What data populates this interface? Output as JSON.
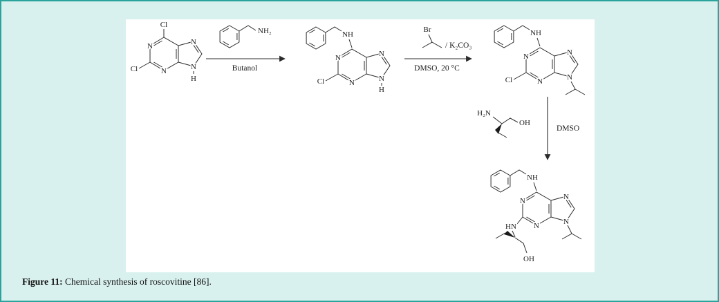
{
  "caption": {
    "label": "Figure 11:",
    "text": " Chemical synthesis of roscovitine [86]."
  },
  "atoms": {
    "n": "N",
    "cl": "Cl",
    "nh": "NH",
    "nh2": "NH₂",
    "h": "H",
    "br": "Br",
    "h2n": "H₂N",
    "oh": "OH",
    "hn": "HN"
  },
  "reagents": {
    "butanol": "Butanol",
    "k2co3": "/ K₂CO₃",
    "dmso_20": "DMSO, 20 °C",
    "dmso": "DMSO"
  }
}
